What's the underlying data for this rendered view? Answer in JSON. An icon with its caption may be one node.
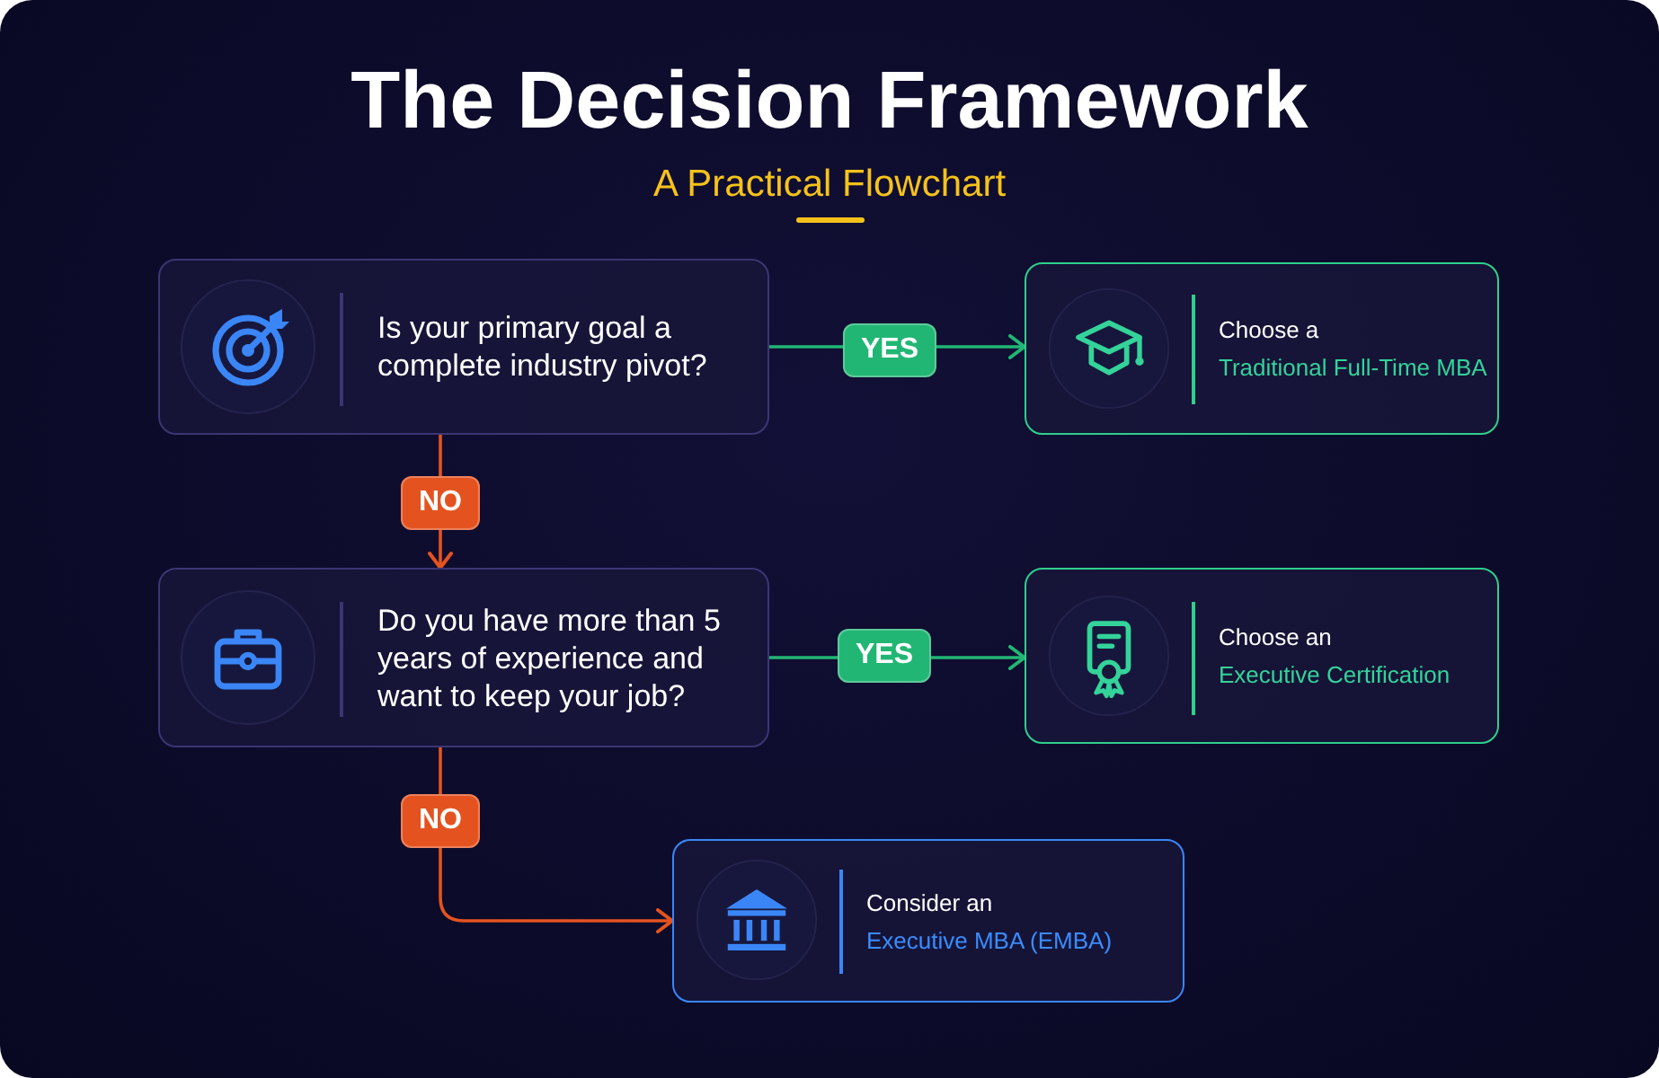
{
  "diagram": {
    "title": "The Decision Framework",
    "nodes": [
      {
        "text": [
          "Is your primary goal a complete industry pivot?"
        ]
      },
      {
        "text": [
          "Choose a",
          "Traditional Full-Time MBA"
        ]
      },
      {
        "text": [
          "Do you have more than 5 years of experience and want to keep your job?"
        ]
      },
      {
        "text": [
          "Choose an",
          "Executive Certification"
        ]
      },
      {
        "text": [
          "Consider an",
          "Executive MBA (EMBA)"
        ]
      }
    ],
    "edges": [
      {
        "from": 0,
        "to": 1,
        "arrow": "to",
        "label": "YES",
        "color": "#22b674"
      },
      {
        "from": 0,
        "to": 2,
        "arrow": "to",
        "label": "NO",
        "color": "#e4531f"
      },
      {
        "from": 2,
        "to": 3,
        "arrow": "to",
        "label": "YES",
        "color": "#22b674"
      },
      {
        "from": 2,
        "to": 4,
        "arrow": "to",
        "label": "NO",
        "color": "#e4531f"
      }
    ],
    "labels": [
      "A Practical Flowchart"
    ]
  }
}
